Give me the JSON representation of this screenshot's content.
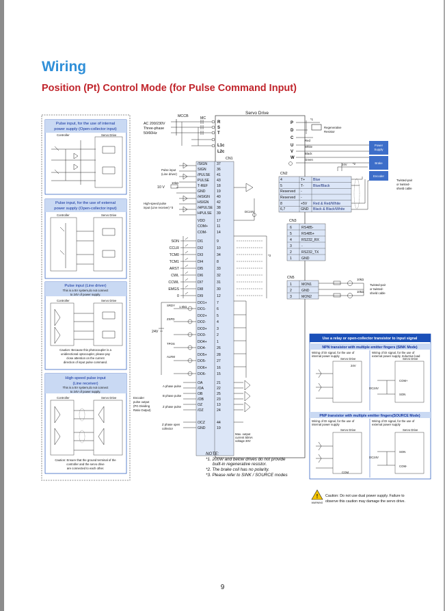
{
  "header": {
    "title": "Wiring",
    "subtitle": "Position (Pt) Control Mode (for Pulse Command Input)"
  },
  "left_panels": [
    {
      "title_lines": [
        "Pulse input, for the use of internal",
        "power supply (Open-collector input)"
      ],
      "labels": [
        "Controller",
        "Servo Drive"
      ],
      "caption": []
    },
    {
      "title_lines": [
        "Pulse input, for the use of external",
        "power supply (Open-collector input)"
      ],
      "labels": [
        "Controller",
        "Servo Drive"
      ],
      "caption": []
    },
    {
      "title_lines": [
        "Pulse input (Line driver)"
      ],
      "sub_lines": [
        "This is a 5V system,do not connect",
        "to 24V of power supply."
      ],
      "labels": [
        "Controller",
        "Servo Drive"
      ],
      "caption": [
        "Caution: Because this photocoupler is a",
        "unidirectional optocoupler, please pay",
        "close attention on the current",
        "direction of input pulse command."
      ]
    },
    {
      "title_lines": [
        "High-speed pulse input",
        "(Line receiver)"
      ],
      "sub_lines": [
        "This is a 5V system,do not connect",
        "to 24V of power supply."
      ],
      "labels": [
        "Controller",
        "Servo Drive"
      ],
      "caption": [
        "Caution: Ensure that the ground terminal of the",
        "controller and the servo drive",
        "are connected to each other."
      ]
    }
  ],
  "power": {
    "drive_title": "Servo Drive",
    "mccb": "MCCB",
    "mc": "MC",
    "supply": [
      "AC 200/230V",
      "Three-phase",
      "50/60Hz"
    ],
    "terminals": [
      "R",
      "S",
      "T",
      "L1c",
      "L2c"
    ],
    "right_terminals": [
      "P",
      "D",
      "C",
      "U",
      "V",
      "W"
    ],
    "regen": [
      "Regenerative",
      "Resistor"
    ],
    "note_mark": "*1",
    "wires": [
      "Red",
      "White",
      "Black",
      "Green"
    ],
    "motor_box": [
      "Power",
      "Supply"
    ],
    "brake": "Brake",
    "brake_supply": "24V",
    "brake_note": "*2",
    "encoder": "Encoder",
    "cn1": "CN1"
  },
  "cn1_pulse": {
    "pulse_input_label": [
      "Pulse input",
      "(Line driver)"
    ],
    "voltage": "10 V",
    "resistor": "10kΩ",
    "hs_label": [
      "High-speed pulse",
      "input (Line receiver) *3"
    ],
    "dc24": "DC24V",
    "pins": [
      {
        "name": "/SIGN",
        "num": "37"
      },
      {
        "name": "SIGN",
        "num": "36"
      },
      {
        "name": "/PULSE",
        "num": "41"
      },
      {
        "name": "PULSE",
        "num": "43"
      },
      {
        "name": "T-REF",
        "num": "18"
      },
      {
        "name": "GND",
        "num": "19"
      },
      {
        "name": "/HSIGN",
        "num": "40"
      },
      {
        "name": "HSIGN",
        "num": "42"
      },
      {
        "name": "/HPULSE",
        "num": "38"
      },
      {
        "name": "HPULSE",
        "num": "39"
      },
      {
        "name": "VDD",
        "num": "17"
      },
      {
        "name": "COM+",
        "num": "11"
      },
      {
        "name": "COM-",
        "num": "14"
      }
    ]
  },
  "cn1_di": {
    "signals": [
      "SON",
      "CCLR",
      "TCM0",
      "TCM1",
      "ARST",
      "CWL",
      "CCWL",
      "EMGS",
      "0"
    ],
    "pins": [
      {
        "name": "DI1",
        "num": "9"
      },
      {
        "name": "DI2",
        "num": "10"
      },
      {
        "name": "DI3",
        "num": "34"
      },
      {
        "name": "DI4",
        "num": "8"
      },
      {
        "name": "DI5",
        "num": "33"
      },
      {
        "name": "DI6",
        "num": "32"
      },
      {
        "name": "DI7",
        "num": "31"
      },
      {
        "name": "DI8",
        "num": "30"
      },
      {
        "name": "DI9",
        "num": "12"
      }
    ],
    "note_mark": "*3"
  },
  "cn1_do": {
    "signals": [
      "SRDY",
      "ZSPD",
      "TPOS",
      "ALRM"
    ],
    "resistor": "1.5kΩ",
    "supply": "24V",
    "pins": [
      {
        "name": "DO1+",
        "num": "7"
      },
      {
        "name": "DO1-",
        "num": "6"
      },
      {
        "name": "DO2+",
        "num": "5"
      },
      {
        "name": "DO2-",
        "num": "4"
      },
      {
        "name": "DO3+",
        "num": "3"
      },
      {
        "name": "DO3-",
        "num": "2"
      },
      {
        "name": "DO4+",
        "num": "1"
      },
      {
        "name": "DO4-",
        "num": "26"
      },
      {
        "name": "DO5+",
        "num": "28"
      },
      {
        "name": "DO5-",
        "num": "27"
      },
      {
        "name": "DO6+",
        "num": "16"
      },
      {
        "name": "DO6-",
        "num": "15"
      }
    ]
  },
  "cn1_enc": {
    "labels": [
      "A phase pulse",
      "B phase pulse",
      "Z phase pulse"
    ],
    "encoder_output": [
      "Encoder",
      "pulse output",
      "(PG Dividing",
      "Ratio Output)"
    ],
    "z_open": [
      "Z phase open",
      "collector"
    ],
    "max_note": [
      "Max. output",
      "current 50mA",
      "voltage 30V"
    ],
    "pins": [
      {
        "name": "OA",
        "num": "21"
      },
      {
        "name": "/OA",
        "num": "22"
      },
      {
        "name": "OB",
        "num": "25"
      },
      {
        "name": "/OB",
        "num": "23"
      },
      {
        "name": "OZ",
        "num": "13"
      },
      {
        "name": "/OZ",
        "num": "24"
      },
      {
        "name": "OCZ",
        "num": "44"
      },
      {
        "name": "GND",
        "num": "19"
      }
    ]
  },
  "cn2": {
    "label": "CN2",
    "rows": [
      {
        "pin": "4",
        "sig": "T+",
        "wire": "Blue"
      },
      {
        "pin": "5",
        "sig": "T-",
        "wire": "Blue/Black"
      },
      {
        "pin": "Reserved",
        "sig": "-",
        "wire": ""
      },
      {
        "pin": "Reserved",
        "sig": "-",
        "wire": ""
      },
      {
        "pin": "8",
        "sig": "+5V",
        "wire": "Red & Red/White"
      },
      {
        "pin": "6,7",
        "sig": "GND",
        "wire": "Black & Black/White"
      }
    ],
    "cable_note": [
      "Twisted-pair",
      "or twisted-",
      "shield cable"
    ]
  },
  "cn3": {
    "label": "CN3",
    "rows": [
      {
        "pin": "6",
        "sig": "RS485-"
      },
      {
        "pin": "5",
        "sig": "RS485+"
      },
      {
        "pin": "4",
        "sig": "RS232_RX"
      },
      {
        "pin": "3",
        "sig": "-"
      },
      {
        "pin": "2",
        "sig": "RS232_TX"
      },
      {
        "pin": "1",
        "sig": "GND"
      }
    ]
  },
  "cn5": {
    "label": "CN5",
    "rows": [
      {
        "pin": "1",
        "sig": "MON1"
      },
      {
        "pin": "2",
        "sig": "GND"
      },
      {
        "pin": "3",
        "sig": "MON2"
      }
    ],
    "resistor": "10kΩ",
    "cable_note": [
      "Twisted-pair",
      "or twisted-",
      "shield cable"
    ]
  },
  "notes": {
    "title": "NOTE:",
    "lines": [
      "*1. 200W and below drives do not provide",
      "built-in regenerative resistor.",
      "*2. The brake coil has no polarity.",
      "*3. Please refer to SINK / SOURCE modes"
    ]
  },
  "relay_panel": {
    "header": "Use a relay or open-collector transistor to input signal",
    "npn_title": "NPN transistor with multiple emitter fingers (SINK Mode)",
    "npn_left": [
      "Wiring of DI signal, for the use of",
      "internal power supply"
    ],
    "npn_right": [
      "Wiring of DI signal, for the use of",
      "external power supply, Inductive load"
    ],
    "pnp_title": "PNP transistor with multiple emitter fingers(SOURCE Mode)",
    "pnp_left": [
      "Wiring of DI signal, for the use of",
      "internal power supply"
    ],
    "pnp_right": [
      "Wiring of DI signal, for the use of",
      "external power supply"
    ],
    "servo_label": "Servo Drive",
    "small_labels": [
      "24V",
      "COM+",
      "DC24V",
      "SON",
      "COM-",
      "COM"
    ]
  },
  "caution": {
    "icon": "warning-icon",
    "caption": "WARNING",
    "lines": [
      "Caution: Do not use dual power supply. Failure to",
      "observe this caution may damage the servo drive."
    ]
  },
  "page": {
    "number": "9"
  },
  "colors": {
    "title_blue": "#2f8fd8",
    "subtitle_red": "#c0242b",
    "panel_blue": "#1a4fb8",
    "table_blue": "#cfdcf2",
    "note_blue": "#0b2d9c"
  }
}
